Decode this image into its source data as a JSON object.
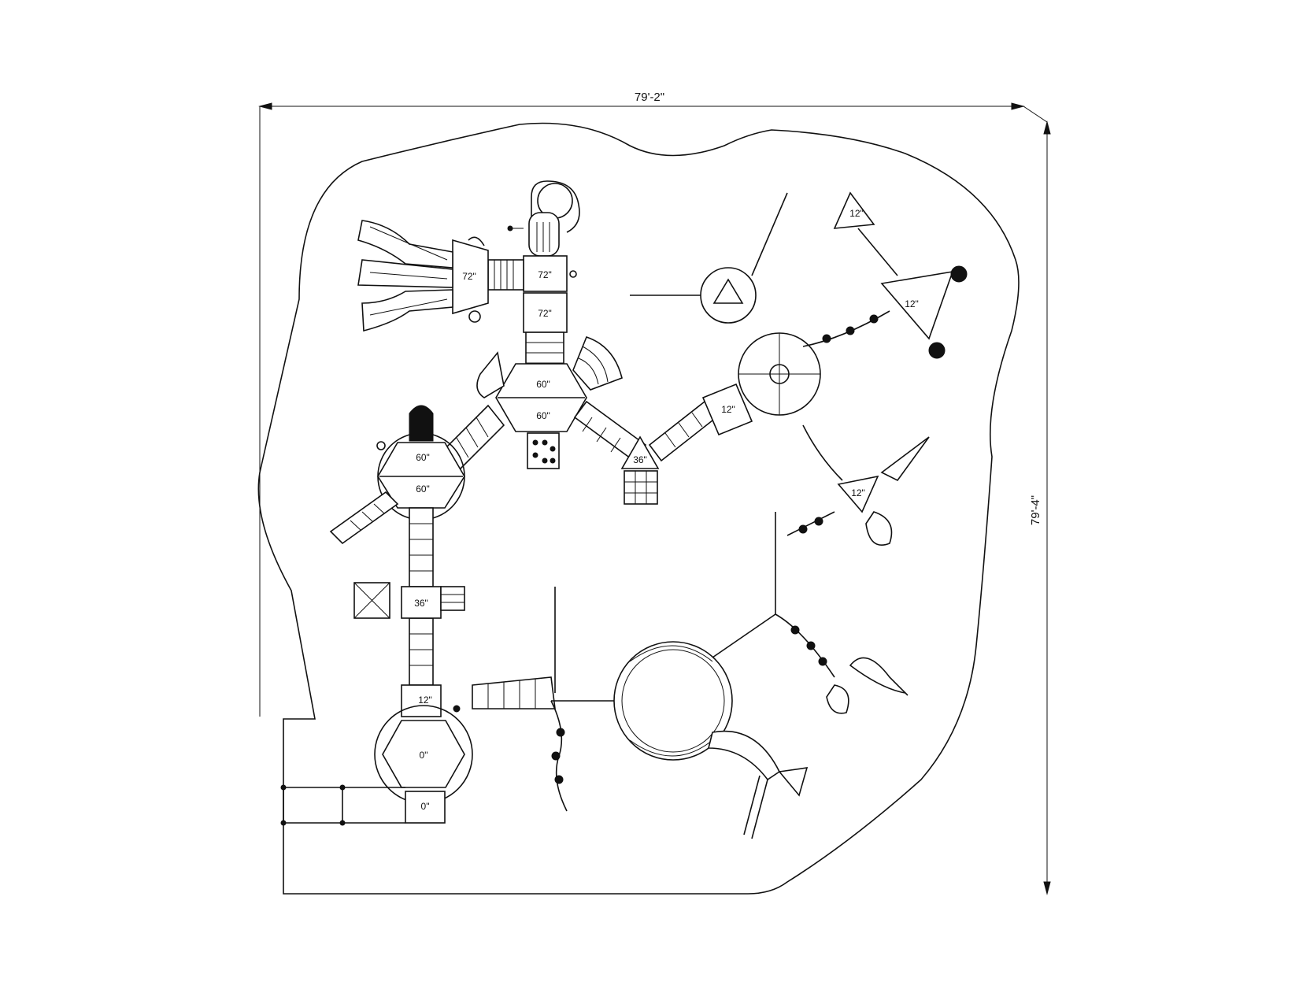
{
  "dimensions": {
    "width": "79'-2\"",
    "height": "79'-4\""
  },
  "decks": {
    "deck_a": "72\"",
    "deck_b": "72\"",
    "deck_c": "72\"",
    "deck_d": "60\"",
    "deck_e": "60\"",
    "deck_f": "60\"",
    "deck_g": "60\"",
    "deck_h": "36\"",
    "deck_i": "12\"",
    "deck_j": "36\"",
    "deck_k": "12\"",
    "deck_l": "0\"",
    "deck_m": "0\"",
    "deck_n": "12\"",
    "deck_o": "12\"",
    "deck_p": "12\""
  },
  "colors": {
    "line": "#111111",
    "background": "#ffffff"
  }
}
